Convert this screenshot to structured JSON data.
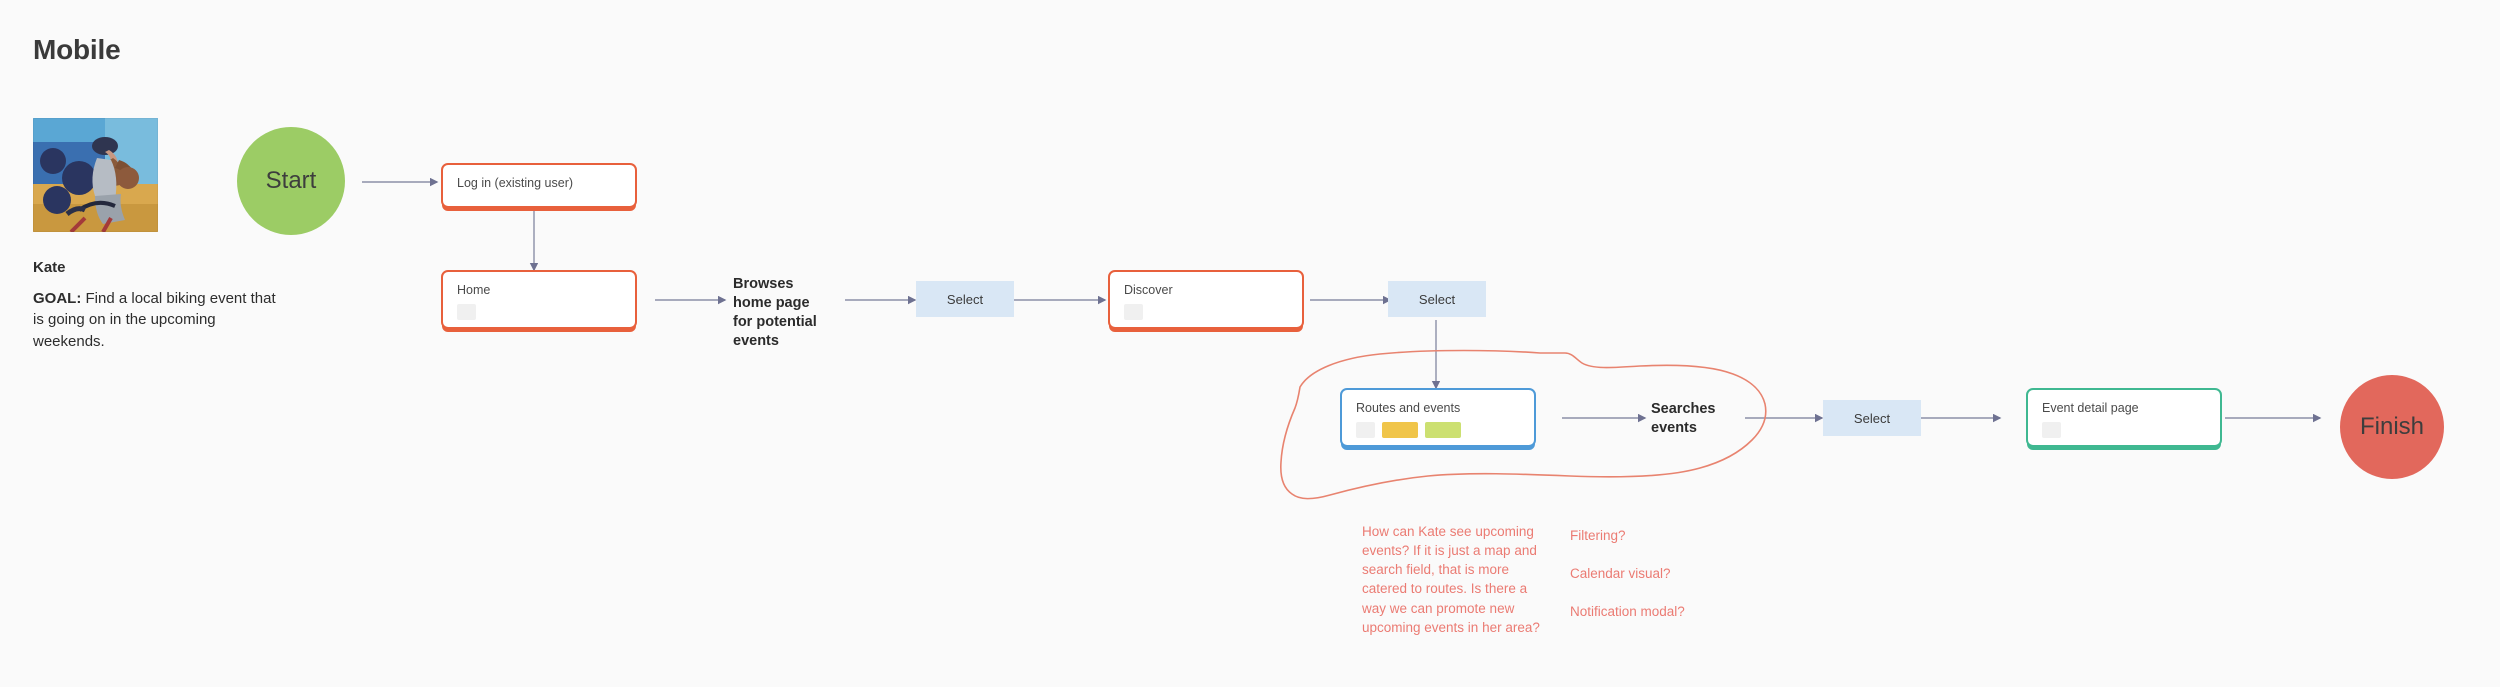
{
  "page": {
    "title": "Mobile",
    "background": "#fafafa"
  },
  "persona": {
    "name": "Kate",
    "goal_label": "GOAL:",
    "goal_text": "Find a local biking event that is going on in the upcoming weekends.",
    "photo_alt": "woman riding a bicycle in front of a blue mural wall"
  },
  "flow": {
    "start": {
      "label": "Start",
      "color": "#9CCC65"
    },
    "finish": {
      "label": "Finish",
      "color": "#E2685C"
    },
    "screens": [
      {
        "id": "login",
        "label": "Log in (existing user)",
        "accent": "#E8603C",
        "swatches": []
      },
      {
        "id": "home",
        "label": "Home",
        "accent": "#E8603C",
        "swatches": [
          "#F0F0F0"
        ]
      },
      {
        "id": "discover",
        "label": "Discover",
        "accent": "#E8603C",
        "swatches": [
          "#F0F0F0"
        ]
      },
      {
        "id": "routes-and-events",
        "label": "Routes and events",
        "accent": "#4E9AD8",
        "swatches": [
          "#F0F0F0",
          "#F0C54A",
          "#CCE071"
        ]
      },
      {
        "id": "event-detail",
        "label": "Event detail page",
        "accent": "#3FB891",
        "swatches": [
          "#F0F0F0"
        ]
      }
    ],
    "selects": [
      {
        "id": "select-1",
        "label": "Select"
      },
      {
        "id": "select-2",
        "label": "Select"
      },
      {
        "id": "select-3",
        "label": "Select"
      }
    ],
    "actions": [
      {
        "id": "browses",
        "label": "Browses\nhome page\nfor potential\nevents"
      },
      {
        "id": "searches",
        "label": "Searches\nevents"
      }
    ]
  },
  "annotations": {
    "accent_color": "#EB7B73",
    "question": "How can Kate see upcoming events? If it is just a map and search field, that is more catered to routes. Is there a way we can promote new upcoming events in her area?",
    "ideas": [
      "Filtering?",
      "Calendar visual?",
      "Notification modal?"
    ]
  }
}
